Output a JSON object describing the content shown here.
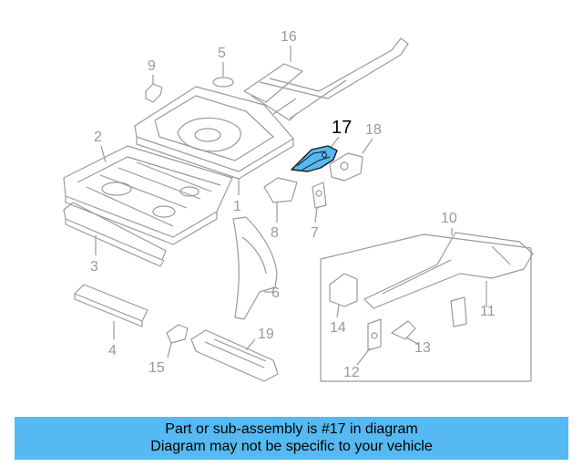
{
  "diagram": {
    "callouts": [
      "1",
      "2",
      "3",
      "4",
      "5",
      "6",
      "7",
      "8",
      "9",
      "10",
      "11",
      "12",
      "13",
      "14",
      "15",
      "16",
      "17",
      "18",
      "19"
    ],
    "highlight_label": "17",
    "highlight_color": "#56b9f1",
    "line_color": "#9a9a9a"
  },
  "banner": {
    "line1": "Part or sub-assembly is #17 in diagram",
    "line2": "Diagram may not be specific to your vehicle",
    "color": "#56b9f1"
  }
}
